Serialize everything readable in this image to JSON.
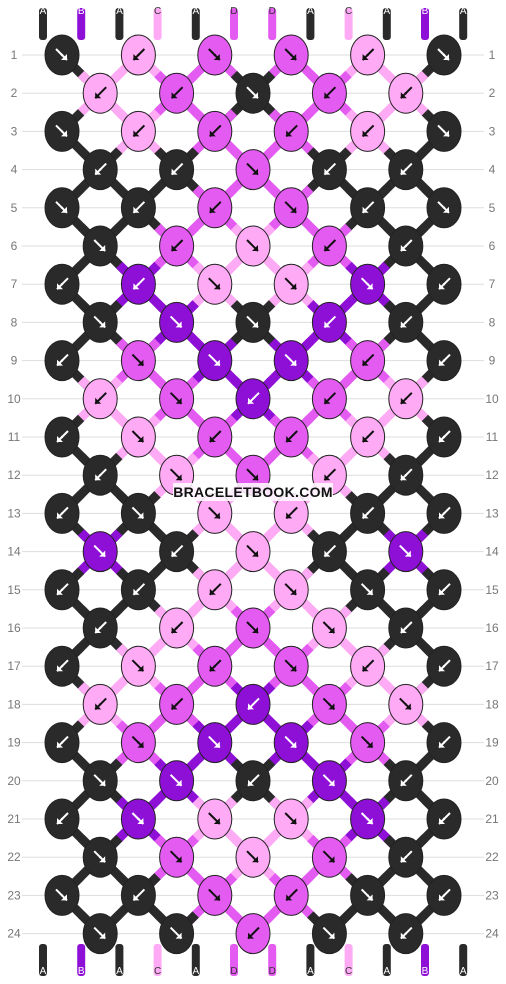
{
  "watermark": "BRACELETBOOK.COM",
  "string_labels": [
    "A",
    "B",
    "A",
    "C",
    "A",
    "D",
    "D",
    "A",
    "C",
    "A",
    "B",
    "A"
  ],
  "colors": {
    "A": "#2a2a2a",
    "B": "#8e10d6",
    "C": "#ffaaf5",
    "D": "#e45bf2"
  },
  "row_labels": [
    "1",
    "2",
    "3",
    "4",
    "5",
    "6",
    "7",
    "8",
    "9",
    "10",
    "11",
    "12",
    "13",
    "14",
    "15",
    "16",
    "17",
    "18",
    "19",
    "20",
    "21",
    "22",
    "23",
    "24"
  ],
  "knot_rows": [
    [
      "A",
      "C",
      "D",
      "D",
      "C",
      "A"
    ],
    [
      "C",
      "D",
      "A",
      "D",
      "C"
    ],
    [
      "A",
      "C",
      "D",
      "D",
      "C",
      "A"
    ],
    [
      "A",
      "A",
      "D",
      "A",
      "A"
    ],
    [
      "A",
      "A",
      "D",
      "D",
      "A",
      "A"
    ],
    [
      "A",
      "D",
      "C",
      "D",
      "A"
    ],
    [
      "A",
      "B",
      "C",
      "C",
      "B",
      "A"
    ],
    [
      "A",
      "B",
      "A",
      "B",
      "A"
    ],
    [
      "A",
      "D",
      "B",
      "B",
      "D",
      "A"
    ],
    [
      "C",
      "D",
      "B",
      "D",
      "C"
    ],
    [
      "A",
      "C",
      "D",
      "D",
      "C",
      "A"
    ],
    [
      "A",
      "C",
      "D",
      "C",
      "A"
    ],
    [
      "A",
      "A",
      "C",
      "C",
      "A",
      "A"
    ],
    [
      "B",
      "A",
      "C",
      "A",
      "B"
    ],
    [
      "A",
      "A",
      "C",
      "C",
      "A",
      "A"
    ],
    [
      "A",
      "C",
      "D",
      "C",
      "A"
    ],
    [
      "A",
      "C",
      "D",
      "D",
      "C",
      "A"
    ],
    [
      "C",
      "D",
      "B",
      "D",
      "C"
    ],
    [
      "A",
      "D",
      "B",
      "B",
      "D",
      "A"
    ],
    [
      "A",
      "B",
      "A",
      "B",
      "A"
    ],
    [
      "A",
      "B",
      "C",
      "C",
      "B",
      "A"
    ],
    [
      "A",
      "D",
      "C",
      "D",
      "A"
    ],
    [
      "A",
      "A",
      "D",
      "D",
      "A",
      "A"
    ],
    [
      "A",
      "A",
      "D",
      "A",
      "A"
    ]
  ],
  "knot_arrows": [
    [
      "fr",
      "fl",
      "fr",
      "fr",
      "fl",
      "fr"
    ],
    [
      "b",
      "b",
      "f",
      "b",
      "fl"
    ],
    [
      "fr",
      "b",
      "b",
      "b",
      "fl",
      "fr"
    ],
    [
      "bl",
      "b",
      "f",
      "b",
      "bl"
    ],
    [
      "fr",
      "b",
      "b",
      "f",
      "b",
      "fr"
    ],
    [
      "f",
      "b",
      "f",
      "b",
      "bl"
    ],
    [
      "fl",
      "fl",
      "f",
      "f",
      "fr",
      "fl"
    ],
    [
      "fr",
      "f",
      "f",
      "b",
      "bl"
    ],
    [
      "fl",
      "f",
      "f",
      "f",
      "fl",
      "fl"
    ],
    [
      "fl",
      "f",
      "b",
      "b",
      "fl"
    ],
    [
      "fl",
      "f",
      "b",
      "b",
      "fl",
      "fl"
    ],
    [
      "fl",
      "f",
      "f",
      "b",
      "fl"
    ],
    [
      "fl",
      "f",
      "f",
      "b",
      "fl",
      "fl"
    ],
    [
      "f",
      "b",
      "f",
      "b",
      "f"
    ],
    [
      "fl",
      "fl",
      "fl",
      "fr",
      "fr",
      "fl"
    ],
    [
      "fl",
      "fl",
      "f",
      "fr",
      "fl"
    ],
    [
      "fl",
      "f",
      "fl",
      "fr",
      "fl",
      "fl"
    ],
    [
      "fl",
      "fl",
      "b",
      "fr",
      "fr"
    ],
    [
      "fl",
      "fr",
      "f",
      "f",
      "fr",
      "fl"
    ],
    [
      "fr",
      "f",
      "b",
      "f",
      "fl"
    ],
    [
      "fl",
      "fr",
      "f",
      "f",
      "fr",
      "fl"
    ],
    [
      "fr",
      "f",
      "f",
      "f",
      "fl"
    ],
    [
      "fr",
      "b",
      "f",
      "b",
      "fr",
      "fl"
    ],
    [
      "fr",
      "f",
      "b",
      "f",
      "fl"
    ]
  ]
}
